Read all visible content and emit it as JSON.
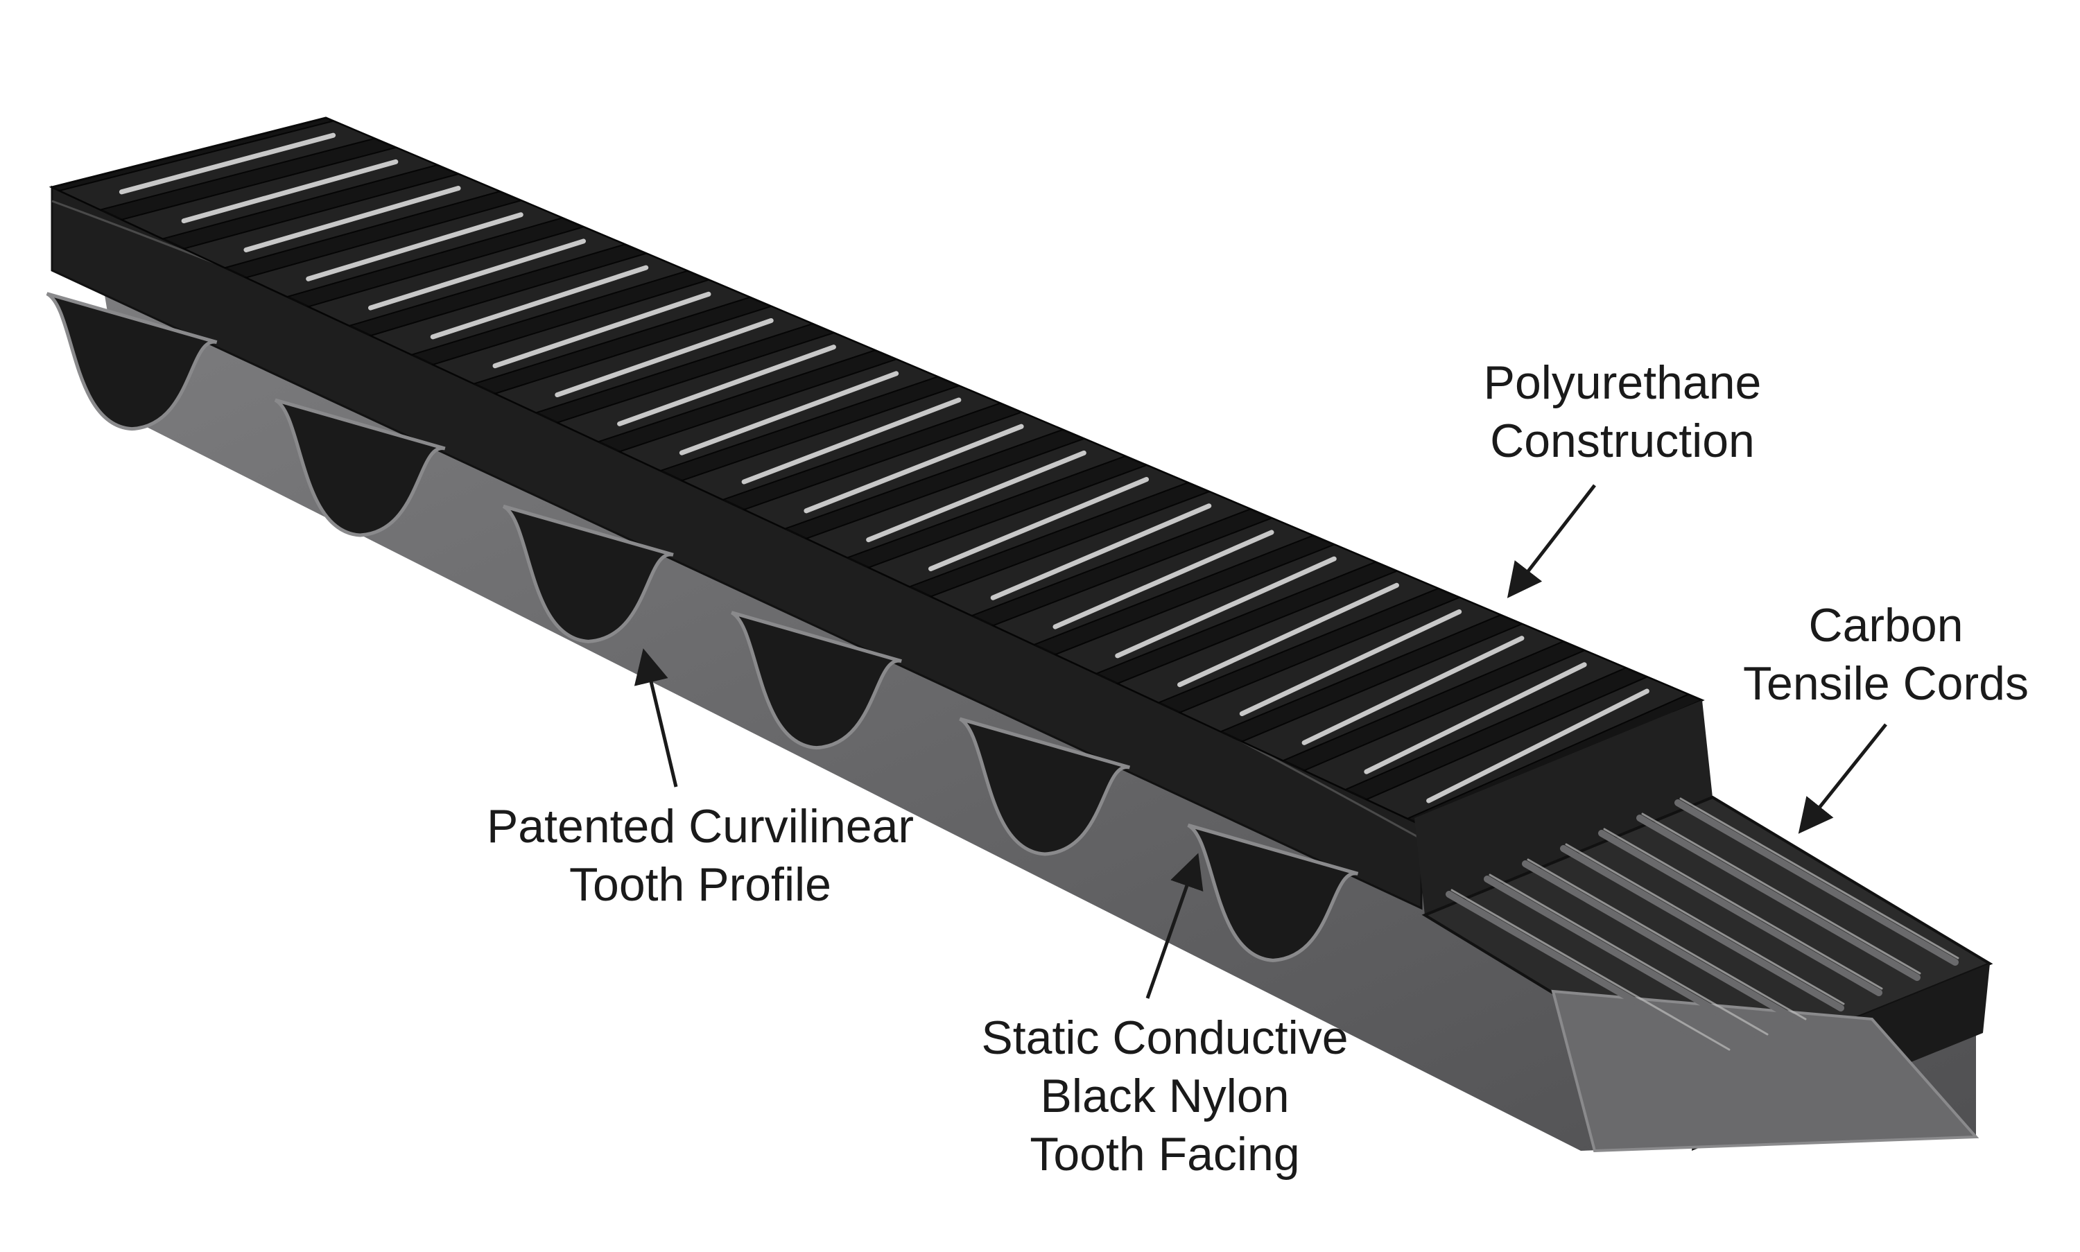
{
  "callouts": {
    "polyurethane": {
      "line1": "Polyurethane",
      "line2": "Construction"
    },
    "carbon": {
      "line1": "Carbon",
      "line2": "Tensile Cords"
    },
    "curvilinear": {
      "line1": "Patented Curvilinear",
      "line2": "Tooth Profile"
    },
    "static": {
      "line1": "Static Conductive",
      "line2": "Black Nylon",
      "line3": "Tooth Facing"
    }
  },
  "colors": {
    "belt_body": "#1c1c1c",
    "belt_face": "#2a2a2a",
    "tooth_facing": "#6e6e70",
    "tooth_edge": "#8a8a8c",
    "rib_highlight": "#e8e8e8",
    "cord": "#5a5a5c",
    "text": "#1a1a1a"
  },
  "icons": [
    "arrow-icon"
  ]
}
